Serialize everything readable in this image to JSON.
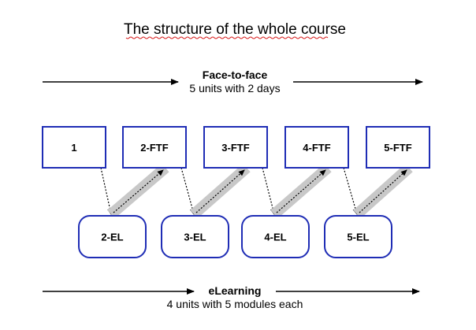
{
  "title": "The structure of the whole course",
  "face_to_face": {
    "heading": "Face-to-face",
    "subtitle": "5 units with 2 days"
  },
  "elearning": {
    "heading": "eLearning",
    "subtitle": "4 units with 5 modules each"
  },
  "ftf_units": [
    "1",
    "2-FTF",
    "3-FTF",
    "4-FTF",
    "5-FTF"
  ],
  "el_units": [
    "2-EL",
    "3-EL",
    "4-EL",
    "5-EL"
  ],
  "colors": {
    "box_border": "#1f2db5",
    "connector_band": "#c8c8c8",
    "arrow": "#000000"
  }
}
